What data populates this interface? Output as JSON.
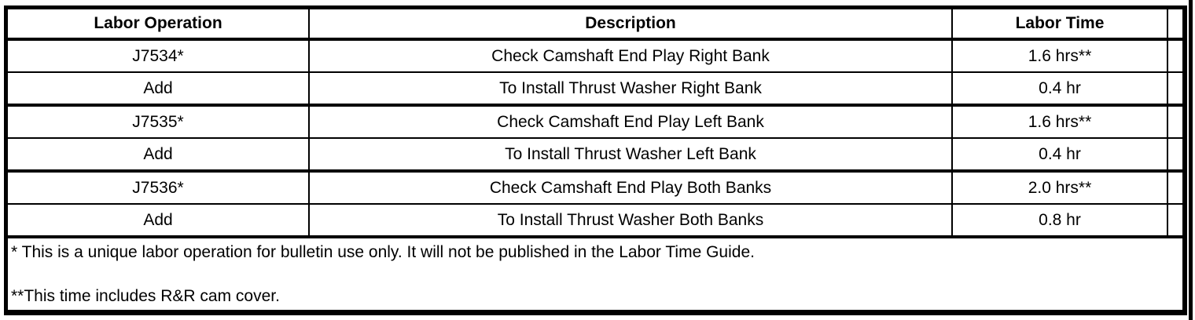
{
  "colors": {
    "background": "#ffffff",
    "text": "#000000",
    "border": "#000000"
  },
  "table": {
    "columns": [
      "Labor Operation",
      "Description",
      "Labor Time"
    ],
    "rows": [
      {
        "labor_operation": "J7534*",
        "description": "Check Camshaft End Play Right Bank",
        "labor_time": "1.6 hrs**"
      },
      {
        "labor_operation": "Add",
        "description": "To Install Thrust Washer Right Bank",
        "labor_time": "0.4 hr"
      },
      {
        "labor_operation": "J7535*",
        "description": "Check Camshaft End Play Left Bank",
        "labor_time": "1.6 hrs**"
      },
      {
        "labor_operation": "Add",
        "description": "To Install Thrust Washer Left Bank",
        "labor_time": "0.4 hr"
      },
      {
        "labor_operation": "J7536*",
        "description": "Check Camshaft End Play Both Banks",
        "labor_time": "2.0 hrs**"
      },
      {
        "labor_operation": "Add",
        "description": "To Install Thrust Washer Both Banks",
        "labor_time": "0.8 hr"
      }
    ],
    "footnotes": [
      "* This is a unique labor operation for bulletin use only. It will not be published in the Labor Time Guide.",
      "**This time includes R&R cam cover."
    ]
  }
}
